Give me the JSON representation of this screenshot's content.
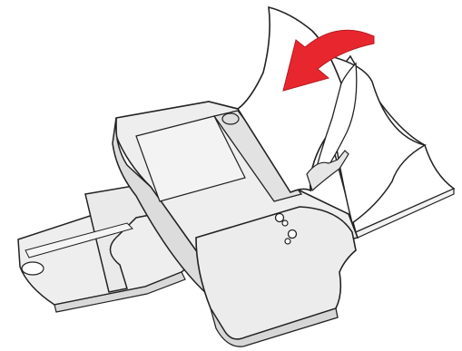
{
  "illustration": {
    "subject": "printer-paper-loading",
    "arrow_direction": "left-curved",
    "colors": {
      "outline": "#222222",
      "printer_body": "#eeeeee",
      "printer_shadow": "#d9d9d9",
      "paper": "#ffffff",
      "arrow": "#e8262e"
    },
    "icons": [
      "printer",
      "paper-stack",
      "curved-arrow",
      "power-button",
      "resume-button"
    ]
  }
}
